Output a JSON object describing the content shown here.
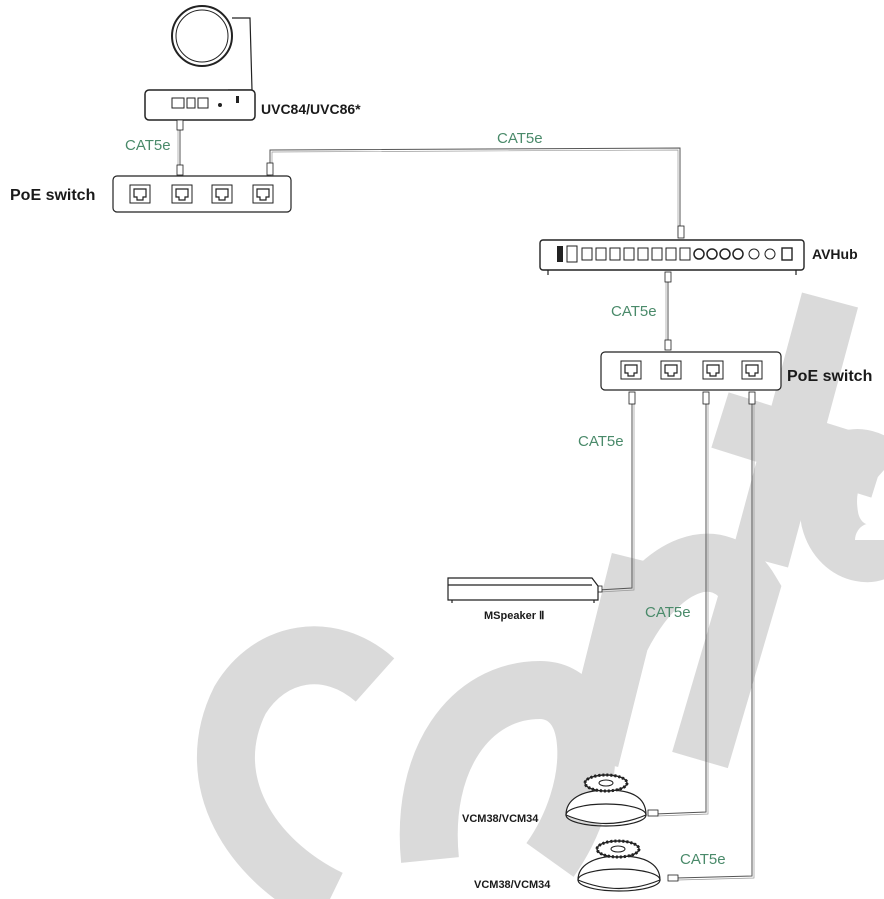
{
  "watermark": {
    "text": "conta",
    "color": "#d6d6d6"
  },
  "colors": {
    "cable_label": "#4a8a6a",
    "outline": "#222222",
    "cable": "#555555"
  },
  "devices": {
    "camera": "UVC84/UVC86*",
    "poe_switch_left": "PoE switch",
    "avhub": "AVHub",
    "poe_switch_right": "PoE switch",
    "mspeaker": "MSpeaker Ⅱ",
    "vcm_1": "VCM38/VCM34",
    "vcm_2": "VCM38/VCM34"
  },
  "cables": {
    "camera_to_switch": "CAT5e",
    "switch_to_avhub": "CAT5e",
    "avhub_to_switch": "CAT5e",
    "switch_to_mspeaker": "CAT5e",
    "switch_to_vcm1": "CAT5e",
    "switch_to_vcm2": "CAT5e"
  }
}
